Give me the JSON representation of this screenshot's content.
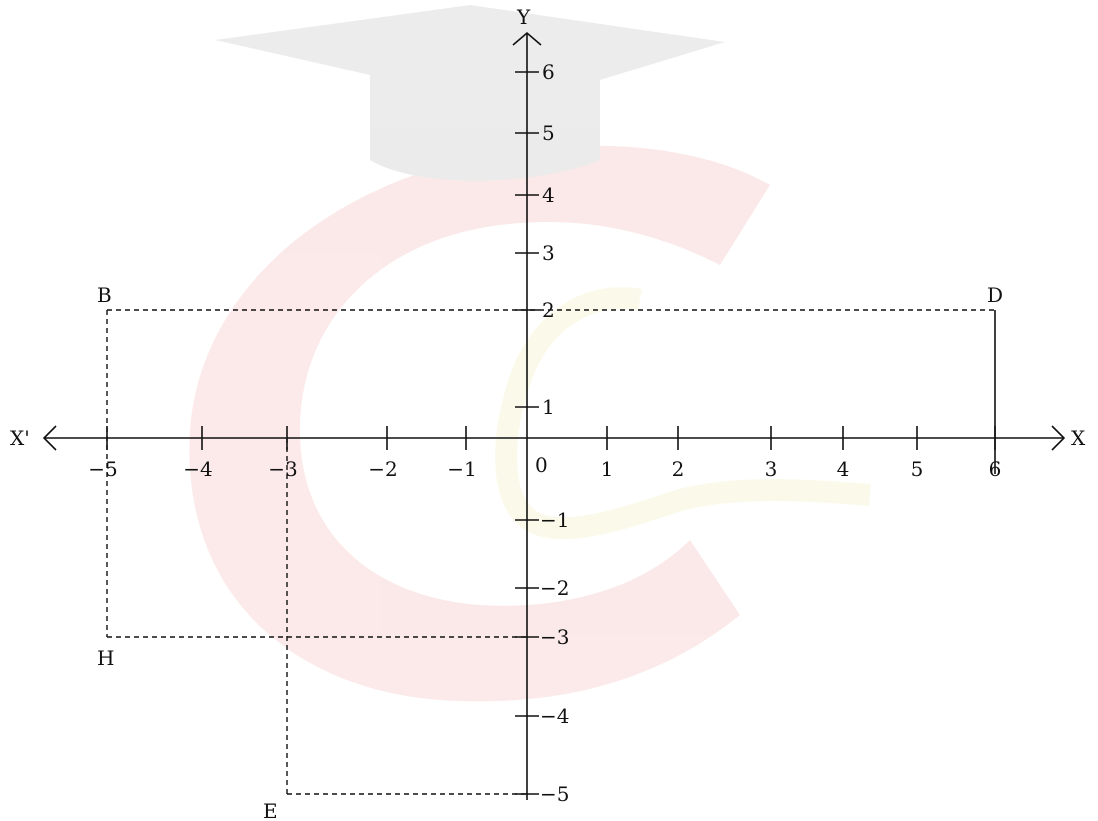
{
  "axes": {
    "x_label": "X",
    "x_neg_label": "X'",
    "y_label": "Y",
    "origin_label": "0",
    "x_ticks": [
      {
        "value": -5,
        "label": "−5"
      },
      {
        "value": -4,
        "label": "−4"
      },
      {
        "value": -3,
        "label": "−3"
      },
      {
        "value": -2,
        "label": "−2"
      },
      {
        "value": -1,
        "label": "−1"
      },
      {
        "value": 1,
        "label": "1"
      },
      {
        "value": 2,
        "label": "2"
      },
      {
        "value": 3,
        "label": "3"
      },
      {
        "value": 4,
        "label": "4"
      },
      {
        "value": 5,
        "label": "5"
      },
      {
        "value": 6,
        "label": "6"
      }
    ],
    "y_ticks": [
      {
        "value": 6,
        "label": "6"
      },
      {
        "value": 5,
        "label": "5"
      },
      {
        "value": 4,
        "label": "4"
      },
      {
        "value": 3,
        "label": "3"
      },
      {
        "value": 2,
        "label": "2"
      },
      {
        "value": 1,
        "label": "1"
      },
      {
        "value": -1,
        "label": "−1"
      },
      {
        "value": -2,
        "label": "−2"
      },
      {
        "value": -3,
        "label": "−3"
      },
      {
        "value": -4,
        "label": "−4"
      },
      {
        "value": -5,
        "label": "−5"
      }
    ]
  },
  "points": [
    {
      "name": "B",
      "x": -5,
      "y": 2
    },
    {
      "name": "D",
      "x": 6,
      "y": 2
    },
    {
      "name": "H",
      "x": -5,
      "y": -3
    },
    {
      "name": "E",
      "x": -3,
      "y": -5
    }
  ],
  "watermark": {
    "primary_color": "#d9302b",
    "accent_color": "#e0d23a",
    "cap_color": "#444444"
  }
}
